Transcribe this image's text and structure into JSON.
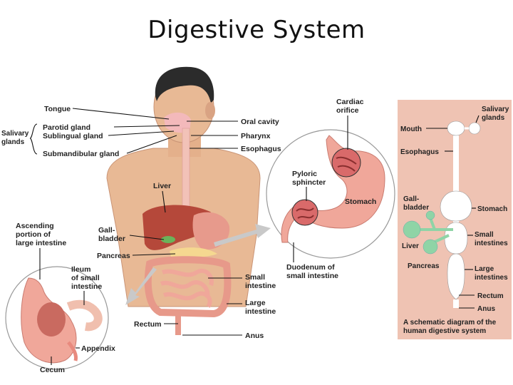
{
  "title": "Digestive System",
  "labels": {
    "tongue": "Tongue",
    "salivary_glands": [
      "Salivary",
      "glands"
    ],
    "parotid": "Parotid gland",
    "sublingual": "Sublingual gland",
    "submandibular": "Submandibular gland",
    "oral_cavity": "Oral cavity",
    "pharynx": "Pharynx",
    "esophagus": "Esophagus",
    "liver": "Liver",
    "gallbladder": [
      "Gall-",
      "bladder"
    ],
    "pancreas": "Pancreas",
    "small_intestine": [
      "Small",
      "intestine"
    ],
    "large_intestine": [
      "Large",
      "intestine"
    ],
    "rectum": "Rectum",
    "anus": "Anus",
    "ascending": [
      "Ascending",
      "portion of",
      "large intestine"
    ],
    "ileum": [
      "Ileum",
      "of small",
      "intestine"
    ],
    "appendix": "Appendix",
    "cecum": "Cecum",
    "cardiac_orifice": [
      "Cardiac",
      "orifice"
    ],
    "pyloric_sphincter": [
      "Pyloric",
      "sphincter"
    ],
    "stomach": "Stomach",
    "duodenum": [
      "Duodenum of",
      "small intestine"
    ]
  },
  "schematic": {
    "salivary": [
      "Salivary",
      "glands"
    ],
    "mouth": "Mouth",
    "esophagus": "Esophagus",
    "gallbladder": [
      "Gall-",
      "bladder"
    ],
    "stomach": "Stomach",
    "small": [
      "Small",
      "intestines"
    ],
    "liver": "Liver",
    "pancreas": "Pancreas",
    "large": [
      "Large",
      "intestines"
    ],
    "rectum": "Rectum",
    "anus": "Anus",
    "caption": [
      "A schematic diagram of the",
      "human digestive system"
    ]
  },
  "colors": {
    "skin": "#e8b995",
    "hair": "#2b2b2b",
    "liver": "#b5483a",
    "intestine": "#f0a79a",
    "gallbladder": "#6bb35a",
    "panel_bg": "#efc3b3",
    "schematic_fill": "#ffffff",
    "schematic_green": "#8fd4a6"
  }
}
